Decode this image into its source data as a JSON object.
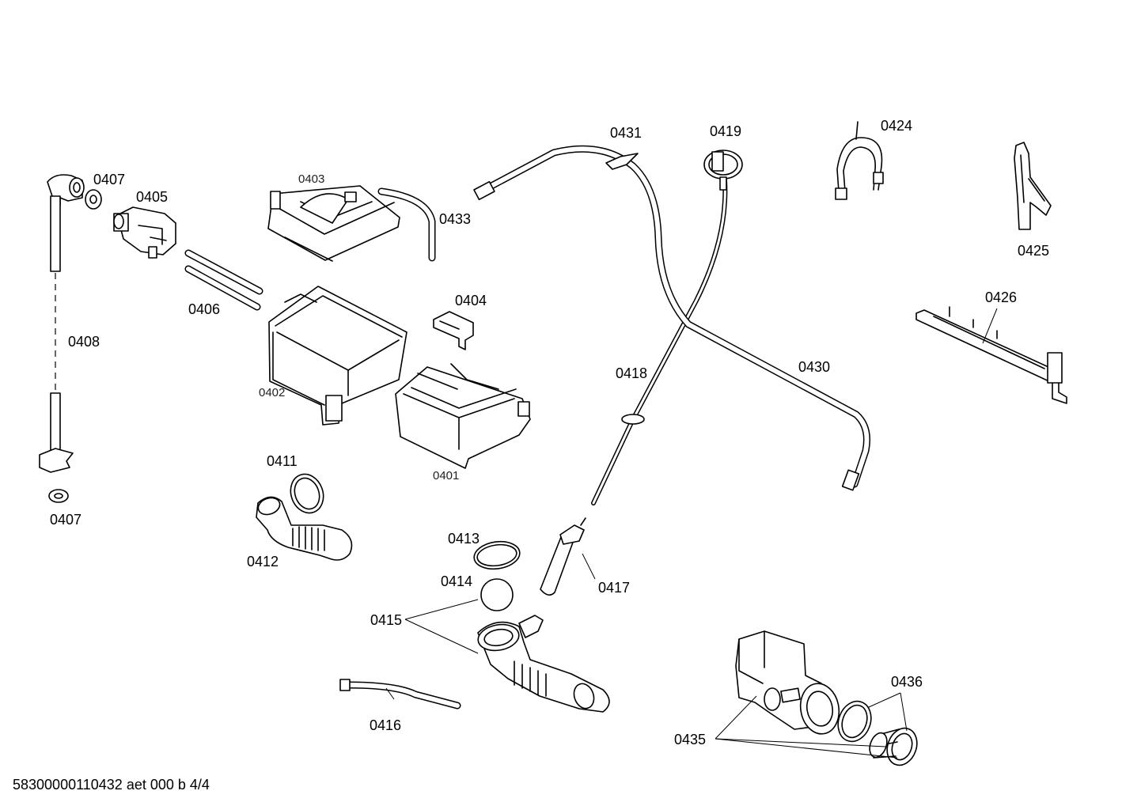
{
  "labels": {
    "p0401": "0401",
    "p0402": "0402",
    "p0403": "0403",
    "p0404": "0404",
    "p0405": "0405",
    "p0406": "0406",
    "p0407a": "0407",
    "p0407b": "0407",
    "p0408": "0408",
    "p0411": "0411",
    "p0412": "0412",
    "p0413": "0413",
    "p0414": "0414",
    "p0415": "0415",
    "p0416": "0416",
    "p0417": "0417",
    "p0418": "0418",
    "p0419": "0419",
    "p0424": "0424",
    "p0425": "0425",
    "p0426": "0426",
    "p0430": "0430",
    "p0431": "0431",
    "p0433": "0433",
    "p0435": "0435",
    "p0436": "0436"
  },
  "footer": "58300000110432 aet 000 b 4/4"
}
